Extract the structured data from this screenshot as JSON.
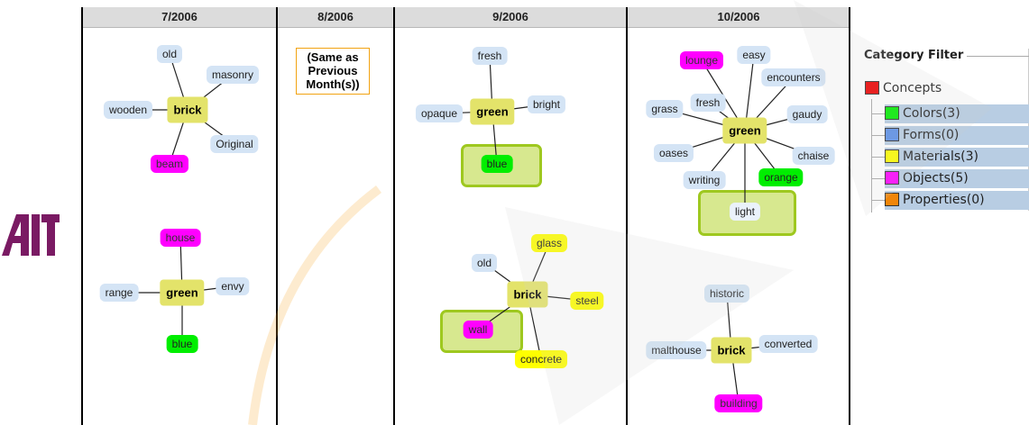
{
  "months": [
    "7/2006",
    "8/2006",
    "9/2006",
    "10/2006"
  ],
  "same_as_previous": "(Same as Previous Month(s))",
  "colors": {
    "term": "#d4e4f5",
    "center": "#e3e36a",
    "objects": "#ff00ff",
    "colors": "#00ee00",
    "forms": "#5b8fe8",
    "materials": "#ffff00",
    "properties": "#f0860a",
    "concepts": "#ee0000",
    "highlight": "#9ec81f"
  },
  "clusters": [
    {
      "month": "7/2006",
      "center": "brick",
      "terms": [
        {
          "text": "old"
        },
        {
          "text": "masonry"
        },
        {
          "text": "wooden"
        },
        {
          "text": "Original"
        },
        {
          "text": "beam",
          "category": "objects"
        }
      ]
    },
    {
      "month": "7/2006",
      "center": "green",
      "terms": [
        {
          "text": "house",
          "category": "objects"
        },
        {
          "text": "envy"
        },
        {
          "text": "range"
        },
        {
          "text": "blue",
          "category": "colors"
        }
      ]
    },
    {
      "month": "9/2006",
      "center": "green",
      "terms": [
        {
          "text": "fresh"
        },
        {
          "text": "bright"
        },
        {
          "text": "opaque"
        },
        {
          "text": "blue",
          "category": "colors",
          "highlight": true
        }
      ]
    },
    {
      "month": "9/2006",
      "center": "brick",
      "terms": [
        {
          "text": "glass",
          "category": "materials"
        },
        {
          "text": "old"
        },
        {
          "text": "steel",
          "category": "materials"
        },
        {
          "text": "wall",
          "category": "objects",
          "highlight": true
        },
        {
          "text": "concrete",
          "category": "materials"
        }
      ]
    },
    {
      "month": "10/2006",
      "center": "green",
      "terms": [
        {
          "text": "lounge",
          "category": "objects"
        },
        {
          "text": "easy"
        },
        {
          "text": "encounters"
        },
        {
          "text": "fresh"
        },
        {
          "text": "grass"
        },
        {
          "text": "gaudy"
        },
        {
          "text": "oases"
        },
        {
          "text": "chaise"
        },
        {
          "text": "writing"
        },
        {
          "text": "orange",
          "category": "colors"
        },
        {
          "text": "light",
          "highlight": true
        }
      ]
    },
    {
      "month": "10/2006",
      "center": "brick",
      "terms": [
        {
          "text": "historic"
        },
        {
          "text": "malthouse"
        },
        {
          "text": "converted"
        },
        {
          "text": "building",
          "category": "objects"
        }
      ]
    }
  ],
  "category_filter": {
    "title": "Category Filter",
    "root": {
      "label": "Concepts",
      "color": "#ee0000"
    },
    "items": [
      {
        "label": "Colors(3)",
        "color": "#00ee00"
      },
      {
        "label": "Forms(0)",
        "color": "#5b8fe8"
      },
      {
        "label": "Materials(3)",
        "color": "#ffff00"
      },
      {
        "label": "Objects(5)",
        "color": "#ff00ff"
      },
      {
        "label": "Properties(0)",
        "color": "#f0860a"
      }
    ]
  }
}
